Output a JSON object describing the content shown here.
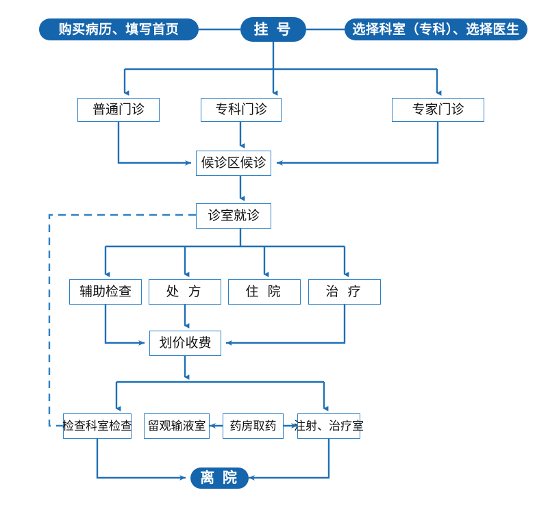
{
  "diagram": {
    "title": "门诊就医流程图",
    "colors": {
      "pill_fill": "#1565AD",
      "pill_text": "#FFFFFF",
      "box_border": "#2E80C6",
      "box_fill": "#FFFFFF",
      "box_text": "#111111",
      "connector": "#1F6FB5",
      "dashed_connector": "#2E80C6",
      "background": "#FFFFFF"
    },
    "nodes": {
      "buy_record": {
        "label": "购买病历、填写首页",
        "shape": "pill"
      },
      "registration": {
        "label": "挂 号",
        "shape": "pill"
      },
      "choose_dept": {
        "label": "选择科室（专科）、选择医生",
        "shape": "pill"
      },
      "general_clinic": {
        "label": "普通门诊",
        "shape": "box"
      },
      "specialty_clinic": {
        "label": "专科门诊",
        "shape": "box"
      },
      "expert_clinic": {
        "label": "专家门诊",
        "shape": "box"
      },
      "waiting_area": {
        "label": "候诊区候诊",
        "shape": "box"
      },
      "consult_room": {
        "label": "诊室就诊",
        "shape": "box"
      },
      "auxiliary_exam": {
        "label": "辅助检查",
        "shape": "box"
      },
      "prescription": {
        "label": "处 方",
        "shape": "box"
      },
      "inpatient": {
        "label": "住 院",
        "shape": "box"
      },
      "treatment": {
        "label": "治 疗",
        "shape": "box"
      },
      "pricing_payment": {
        "label": "划价收费",
        "shape": "box"
      },
      "exam_department": {
        "label": "检查科室检查",
        "shape": "box"
      },
      "observation_infusion": {
        "label": "留观输液室",
        "shape": "box"
      },
      "pharmacy": {
        "label": "药房取药",
        "shape": "box"
      },
      "injection_treatment": {
        "label": "注射、治疗室",
        "shape": "box"
      },
      "leave_hospital": {
        "label": "离 院",
        "shape": "pill"
      }
    },
    "edges": [
      {
        "from": "buy_record",
        "to": "registration",
        "style": "solid",
        "arrow": "none"
      },
      {
        "from": "registration",
        "to": "choose_dept",
        "style": "solid",
        "arrow": "none"
      },
      {
        "from": "registration",
        "to": "general_clinic",
        "style": "solid",
        "arrow": "end"
      },
      {
        "from": "registration",
        "to": "specialty_clinic",
        "style": "solid",
        "arrow": "end"
      },
      {
        "from": "registration",
        "to": "expert_clinic",
        "style": "solid",
        "arrow": "end"
      },
      {
        "from": "general_clinic",
        "to": "waiting_area",
        "style": "solid",
        "arrow": "end"
      },
      {
        "from": "specialty_clinic",
        "to": "waiting_area",
        "style": "solid",
        "arrow": "end"
      },
      {
        "from": "expert_clinic",
        "to": "waiting_area",
        "style": "solid",
        "arrow": "end"
      },
      {
        "from": "waiting_area",
        "to": "consult_room",
        "style": "solid",
        "arrow": "end"
      },
      {
        "from": "consult_room",
        "to": "auxiliary_exam",
        "style": "solid",
        "arrow": "end"
      },
      {
        "from": "consult_room",
        "to": "prescription",
        "style": "solid",
        "arrow": "end"
      },
      {
        "from": "consult_room",
        "to": "inpatient",
        "style": "solid",
        "arrow": "end"
      },
      {
        "from": "consult_room",
        "to": "treatment",
        "style": "solid",
        "arrow": "end"
      },
      {
        "from": "auxiliary_exam",
        "to": "pricing_payment",
        "style": "solid",
        "arrow": "end"
      },
      {
        "from": "prescription",
        "to": "pricing_payment",
        "style": "solid",
        "arrow": "end"
      },
      {
        "from": "treatment",
        "to": "pricing_payment",
        "style": "solid",
        "arrow": "end"
      },
      {
        "from": "pricing_payment",
        "to": "exam_department",
        "style": "solid",
        "arrow": "end"
      },
      {
        "from": "pricing_payment",
        "to": "pharmacy",
        "style": "solid",
        "arrow": "end"
      },
      {
        "from": "pharmacy",
        "to": "observation_infusion",
        "style": "solid",
        "arrow": "end"
      },
      {
        "from": "pharmacy",
        "to": "injection_treatment",
        "style": "solid",
        "arrow": "end"
      },
      {
        "from": "exam_department",
        "to": "leave_hospital",
        "style": "solid",
        "arrow": "end"
      },
      {
        "from": "injection_treatment",
        "to": "leave_hospital",
        "style": "solid",
        "arrow": "end"
      },
      {
        "from": "exam_department",
        "to": "consult_room",
        "style": "dashed",
        "arrow": "none"
      }
    ]
  }
}
